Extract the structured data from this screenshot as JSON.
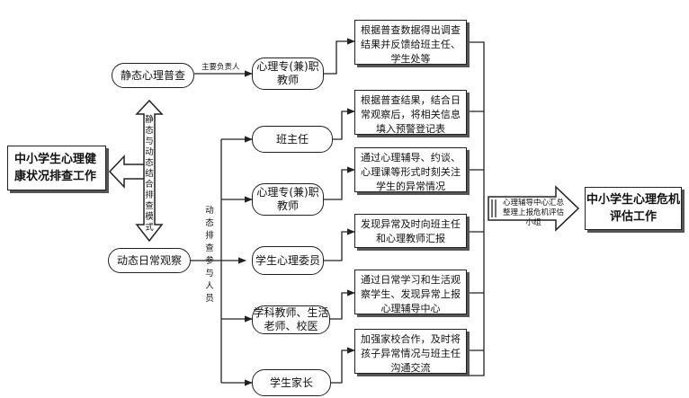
{
  "left_main": "中小学生心理健康状况排查工作",
  "static_check": "静态心理普查",
  "dynamic_check": "动态日常观察",
  "static_responsible_label": "主要负责人",
  "static_dynamic_mode": "静态与动态结合排查模式",
  "dynamic_participants_label": "动态排查参与人员",
  "roles": {
    "psych_teacher_top": "心理专(兼)职教师",
    "class_teacher": "班主任",
    "psych_teacher_mid": "心理专(兼)职教师",
    "student_committee": "学生心理委员",
    "subject_teachers": "学科教师、生活老师、校医",
    "parents": "学生家长"
  },
  "descriptions": {
    "d1": "根据普查数据得出调查结果并反馈给班主任、学生处等",
    "d2": "根据普查结果，结合日常观察后，将相关信息填入预警登记表",
    "d3": "通过心理辅导、约谈、心理课等形式时刻关注学生的异常情况",
    "d4": "发现异常及时向班主任和心理教师汇报",
    "d5": "通过日常学习和生活观察学生、发现异常上报心理辅导中心",
    "d6": "加强家校合作，及时将孩子异常情况与班主任沟通交流"
  },
  "arrow_label": "心理辅导中心汇总整理上报危机评估小组",
  "right_main": "中小学生心理危机评估工作"
}
